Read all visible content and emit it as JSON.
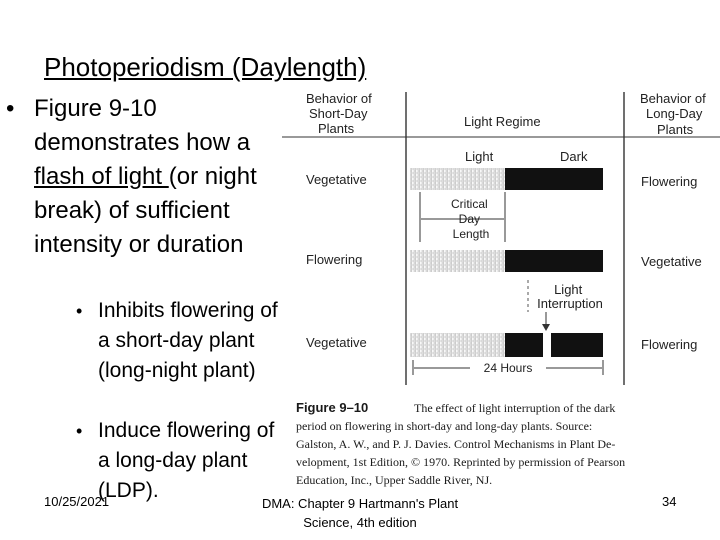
{
  "slide": {
    "title": "Photoperiodism (Daylength)",
    "bullet1": {
      "marker": "•",
      "text_before": "Figure 9-10 demonstrates how a ",
      "link_text": "flash of light ",
      "text_after": "(or night break) of sufficient intensity or duration"
    },
    "sub_bullets": [
      {
        "marker": "•",
        "text": "Inhibits flowering of a short-day plant (long-night plant)"
      },
      {
        "marker": "•",
        "text": "Induce flowering of a long-day plant (LDP)."
      }
    ],
    "footer": {
      "date": "10/25/2021",
      "source": "DMA: Chapter 9 Hartmann's Plant Science, 4th edition",
      "page_number": "34"
    }
  },
  "figure": {
    "header_left": [
      "Behavior of",
      "Short-Day",
      "Plants"
    ],
    "header_center": "Light Regime",
    "header_right": [
      "Behavior of",
      "Long-Day",
      "Plants"
    ],
    "label_light": "Light",
    "label_dark": "Dark",
    "critical_day_length": [
      "Critical",
      "Day",
      "Length"
    ],
    "light_interruption": [
      "Light",
      "Interruption"
    ],
    "hours_label": "24 Hours",
    "rows": [
      {
        "short_day": "Vegetative",
        "long_day": "Flowering"
      },
      {
        "short_day": "Flowering",
        "long_day": "Vegetative"
      },
      {
        "short_day": "Vegetative",
        "long_day": "Flowering"
      }
    ],
    "caption_figure_label": "Figure 9–10",
    "caption_lines": [
      "The effect of light interruption of the dark",
      "period on flowering in short-day and long-day plants. Source:",
      "Galston, A. W., and P. J. Davies. Control Mechanisms in Plant De-",
      "velopment, 1st Edition, © 1970. Reprinted by permission of Pearson",
      "Education, Inc., Upper Saddle River, NJ."
    ]
  }
}
